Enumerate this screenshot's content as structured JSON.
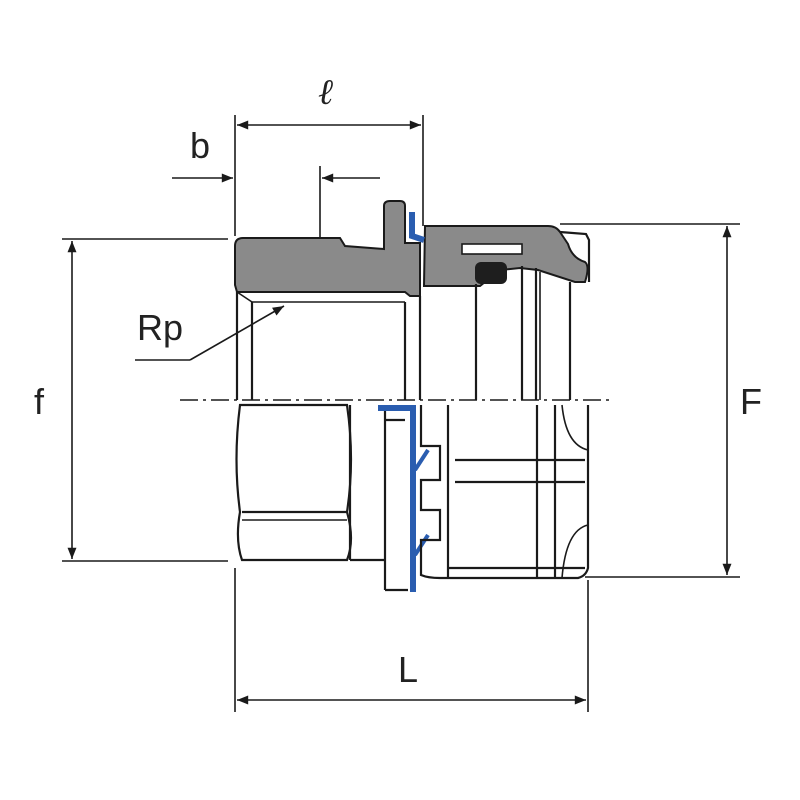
{
  "labels": {
    "l": "ℓ",
    "b": "b",
    "rp": "Rp",
    "f": "f",
    "F": "F",
    "L": "L"
  },
  "colors": {
    "body": "#8a8a8a",
    "seal": "#2a5db0",
    "oring": "#1e1e1e",
    "line": "#1a1a1a"
  }
}
